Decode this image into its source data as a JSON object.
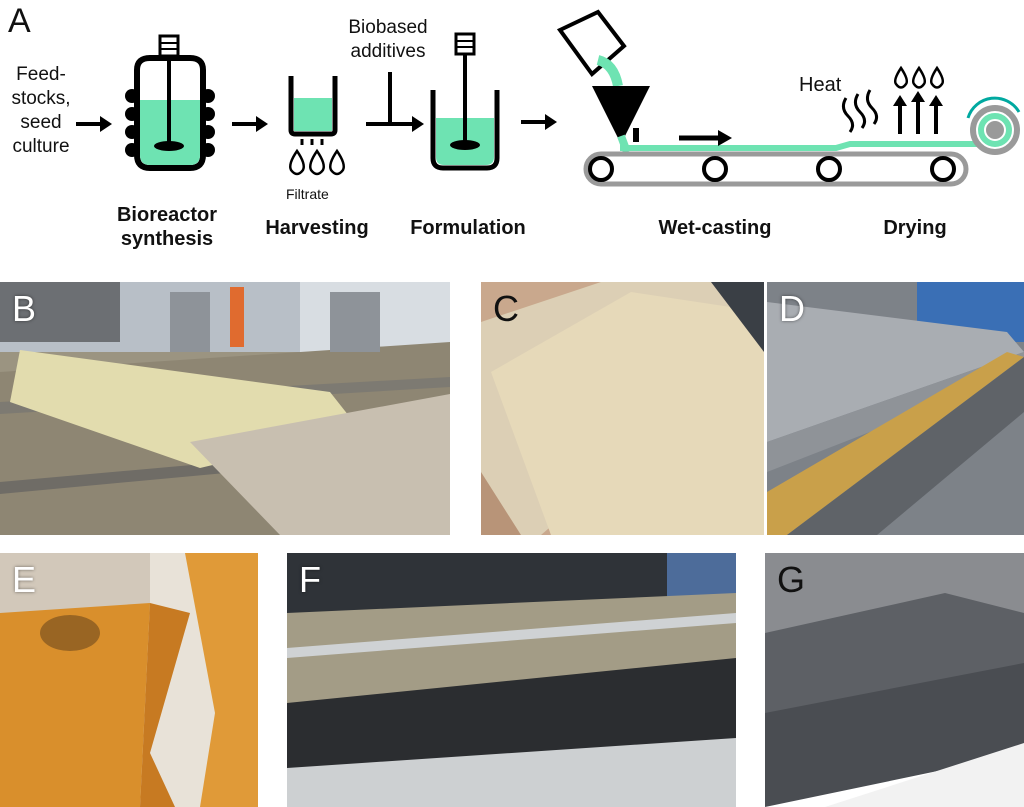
{
  "panel_letters": {
    "a": "A",
    "b": "B",
    "c": "C",
    "d": "D",
    "e": "E",
    "f": "F",
    "g": "G"
  },
  "diagram": {
    "input_lines": [
      "Feed-",
      "stocks,",
      "seed",
      "culture"
    ],
    "additives_lines": [
      "Biobased",
      "additives"
    ],
    "filtrate": "Filtrate",
    "heat": "Heat",
    "steps": {
      "bioreactor_lines": [
        "Bioreactor",
        "synthesis"
      ],
      "harvesting": "Harvesting",
      "formulation": "Formulation",
      "wet_casting": "Wet-casting",
      "drying": "Drying"
    }
  },
  "colors": {
    "liquid": "#6ee3b2",
    "outline": "#000000",
    "belt": "#9a9a9a"
  }
}
